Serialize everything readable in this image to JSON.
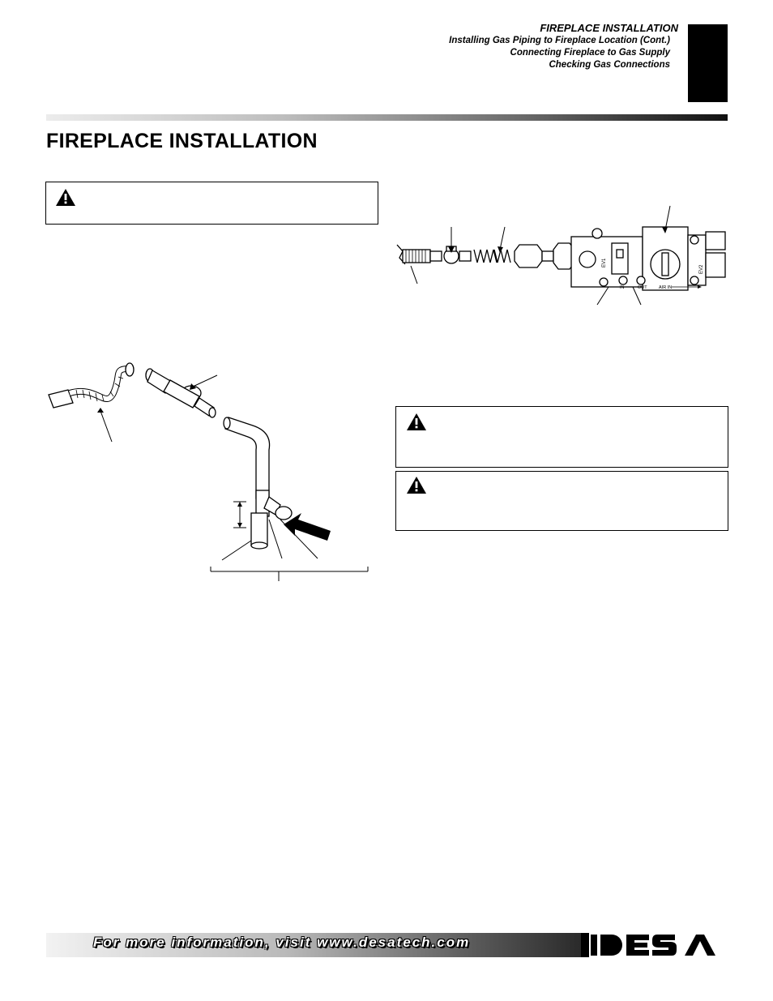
{
  "header": {
    "section_title": "FIREPLACE INSTALLATION",
    "subtitles": [
      "Installing Gas Piping to Fireplace Location (Cont.)",
      "Connecting Fireplace to Gas Supply",
      "Checking Gas Connections"
    ]
  },
  "page": {
    "title": "FIREPLACE INSTALLATION"
  },
  "icons": {
    "warning": "warning-triangle-icon",
    "arrow": "arrow-icon"
  },
  "footer": {
    "text": "For more information, visit www.desatech.com",
    "logo": "DESA"
  },
  "valve_labels": {
    "ev1": "EV1",
    "ev2": "EV2",
    "in": "IN",
    "out": "OUT",
    "air_in": "AIR IN"
  },
  "colors": {
    "black": "#000000",
    "white": "#ffffff",
    "pipe_fill": "#ffffff"
  }
}
